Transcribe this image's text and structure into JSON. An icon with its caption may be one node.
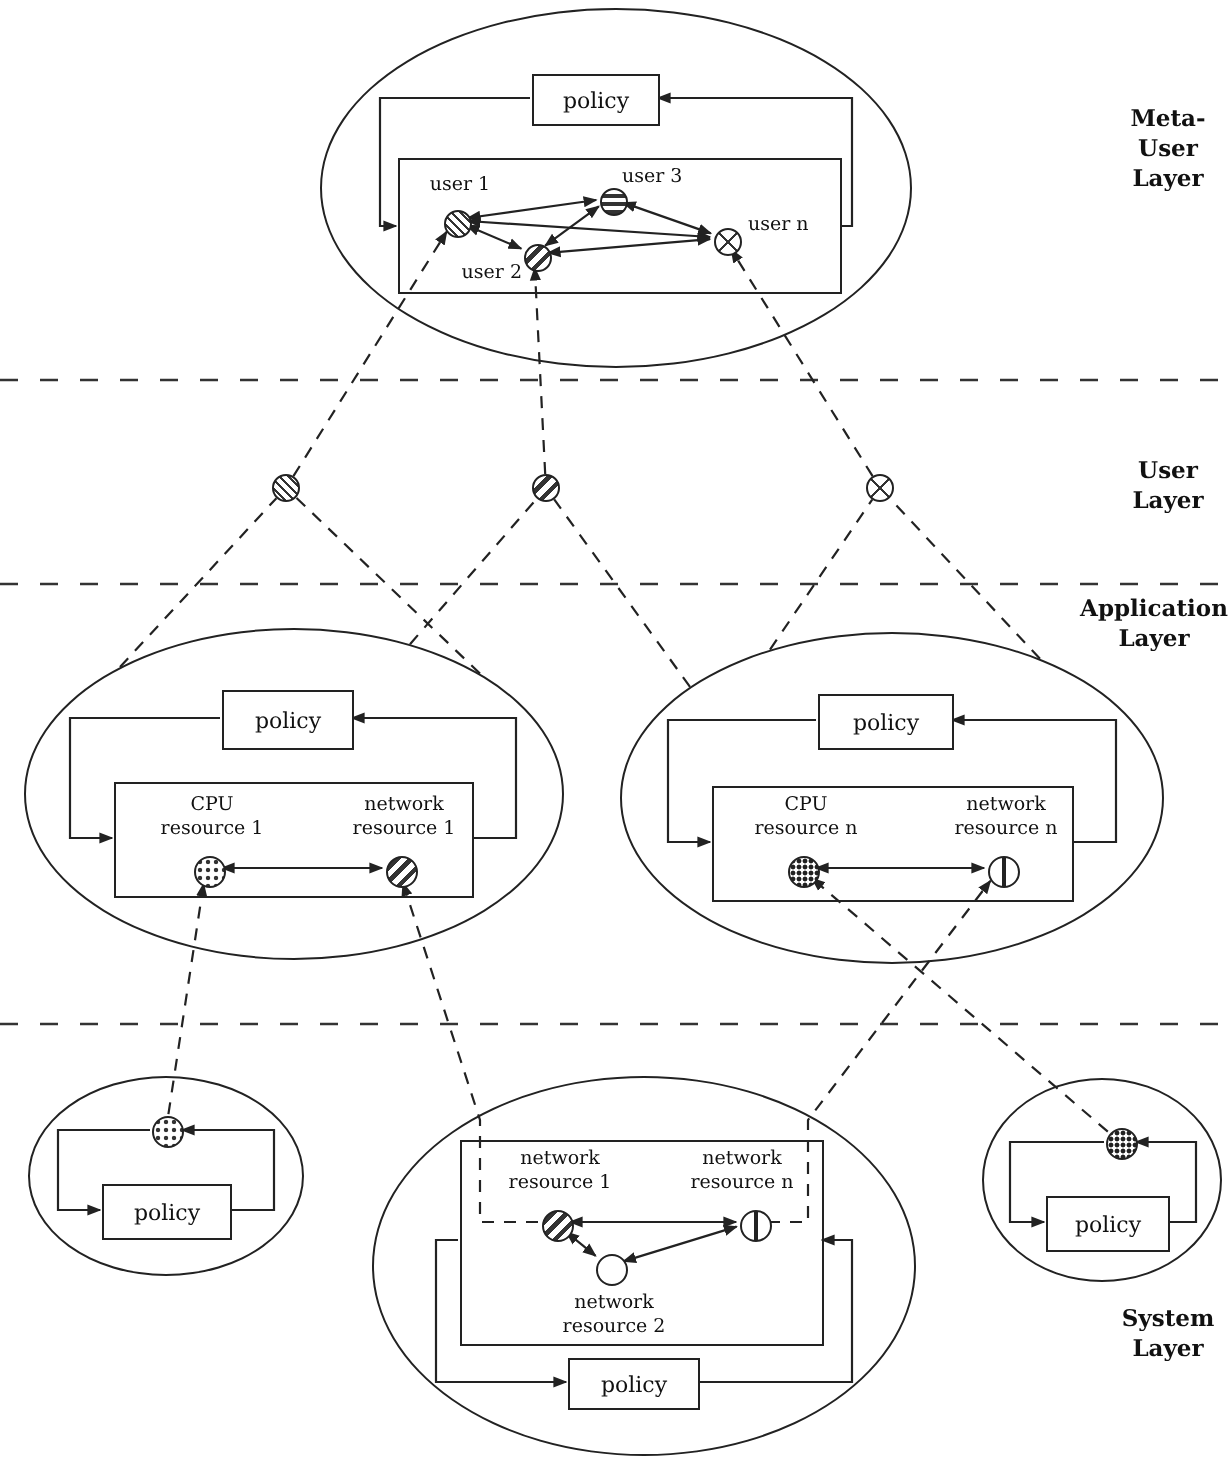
{
  "diagram": {
    "nodes": [
      {
        "text": [],
        "shape": "ellipse"
      },
      {
        "text": [
          "policy"
        ],
        "in": 0
      },
      {
        "text": [],
        "shape": "box",
        "in": 0
      },
      {
        "text": [
          "user 1"
        ],
        "in": 2
      },
      {
        "text": [
          "user 3"
        ],
        "in": 2
      },
      {
        "text": [
          "user 2"
        ],
        "in": 2
      },
      {
        "text": [
          "user n"
        ],
        "in": 2
      },
      {
        "text": [],
        "shape": "circle"
      },
      {
        "text": [],
        "shape": "circle"
      },
      {
        "text": [],
        "shape": "circle"
      },
      {
        "text": [],
        "shape": "ellipse"
      },
      {
        "text": [
          "policy"
        ],
        "in": 10
      },
      {
        "text": [],
        "shape": "box",
        "in": 10
      },
      {
        "text": [
          "CPU resource 1"
        ],
        "in": 12
      },
      {
        "text": [
          "network resource 1"
        ],
        "in": 12
      },
      {
        "text": [],
        "shape": "ellipse"
      },
      {
        "text": [
          "policy"
        ],
        "in": 15
      },
      {
        "text": [],
        "shape": "box",
        "in": 15
      },
      {
        "text": [
          "CPU resource n"
        ],
        "in": 17
      },
      {
        "text": [
          "network resource n"
        ],
        "in": 17
      },
      {
        "text": [],
        "shape": "ellipse"
      },
      {
        "text": [],
        "shape": "circle",
        "in": 20
      },
      {
        "text": [
          "policy"
        ],
        "in": 20
      },
      {
        "text": [],
        "shape": "ellipse"
      },
      {
        "text": [],
        "shape": "box",
        "in": 23
      },
      {
        "text": [
          "network resource 1"
        ],
        "in": 24
      },
      {
        "text": [
          "network resource n"
        ],
        "in": 24
      },
      {
        "text": [
          "network resource 2"
        ],
        "in": 24
      },
      {
        "text": [
          "policy"
        ],
        "in": 23
      },
      {
        "text": [],
        "shape": "ellipse"
      },
      {
        "text": [],
        "shape": "circle",
        "in": 29
      },
      {
        "text": [
          "policy"
        ],
        "in": 29
      }
    ],
    "edges": [
      {
        "from": 1,
        "to": 2,
        "arrow": "to"
      },
      {
        "from": 2,
        "to": 1,
        "arrow": "to"
      },
      {
        "from": 3,
        "to": 4,
        "arrow": "both"
      },
      {
        "from": 3,
        "to": 5,
        "arrow": "both"
      },
      {
        "from": 3,
        "to": 6,
        "arrow": "both"
      },
      {
        "from": 5,
        "to": 4,
        "arrow": "both"
      },
      {
        "from": 4,
        "to": 6,
        "arrow": "both"
      },
      {
        "from": 6,
        "to": 5,
        "arrow": "both"
      },
      {
        "from": 7,
        "to": 3,
        "arrow": "to",
        "style": "dashed"
      },
      {
        "from": 8,
        "to": 5,
        "arrow": "to",
        "style": "dashed"
      },
      {
        "from": 9,
        "to": 6,
        "arrow": "to",
        "style": "dashed"
      },
      {
        "from": 10,
        "to": 7,
        "arrow": "none",
        "style": "dashed"
      },
      {
        "from": 10,
        "to": 7,
        "arrow": "none",
        "style": "dashed"
      },
      {
        "from": 10,
        "to": 8,
        "arrow": "none",
        "style": "dashed"
      },
      {
        "from": 15,
        "to": 8,
        "arrow": "none",
        "style": "dashed"
      },
      {
        "from": 15,
        "to": 9,
        "arrow": "none",
        "style": "dashed"
      },
      {
        "from": 15,
        "to": 9,
        "arrow": "none",
        "style": "dashed"
      },
      {
        "from": 11,
        "to": 12,
        "arrow": "to"
      },
      {
        "from": 12,
        "to": 11,
        "arrow": "to"
      },
      {
        "from": 13,
        "to": 14,
        "arrow": "both"
      },
      {
        "from": 16,
        "to": 17,
        "arrow": "to"
      },
      {
        "from": 17,
        "to": 16,
        "arrow": "to"
      },
      {
        "from": 18,
        "to": 19,
        "arrow": "both"
      },
      {
        "from": 21,
        "to": 13,
        "arrow": "to",
        "style": "dashed"
      },
      {
        "from": 25,
        "to": 14,
        "arrow": "to",
        "style": "dashed"
      },
      {
        "from": 26,
        "to": 19,
        "arrow": "to",
        "style": "dashed"
      },
      {
        "from": 30,
        "to": 18,
        "arrow": "to",
        "style": "dashed"
      },
      {
        "from": 21,
        "to": 22,
        "arrow": "to"
      },
      {
        "from": 22,
        "to": 21,
        "arrow": "to"
      },
      {
        "from": 25,
        "to": 26,
        "arrow": "both"
      },
      {
        "from": 25,
        "to": 27,
        "arrow": "both"
      },
      {
        "from": 27,
        "to": 26,
        "arrow": "both"
      },
      {
        "from": 24,
        "to": 28,
        "arrow": "to"
      },
      {
        "from": 28,
        "to": 24,
        "arrow": "to"
      },
      {
        "from": 30,
        "to": 31,
        "arrow": "to"
      },
      {
        "from": 31,
        "to": 30,
        "arrow": "to"
      }
    ],
    "labels": [
      "Meta-User Layer",
      "User Layer",
      "Application Layer",
      "System Layer"
    ]
  }
}
